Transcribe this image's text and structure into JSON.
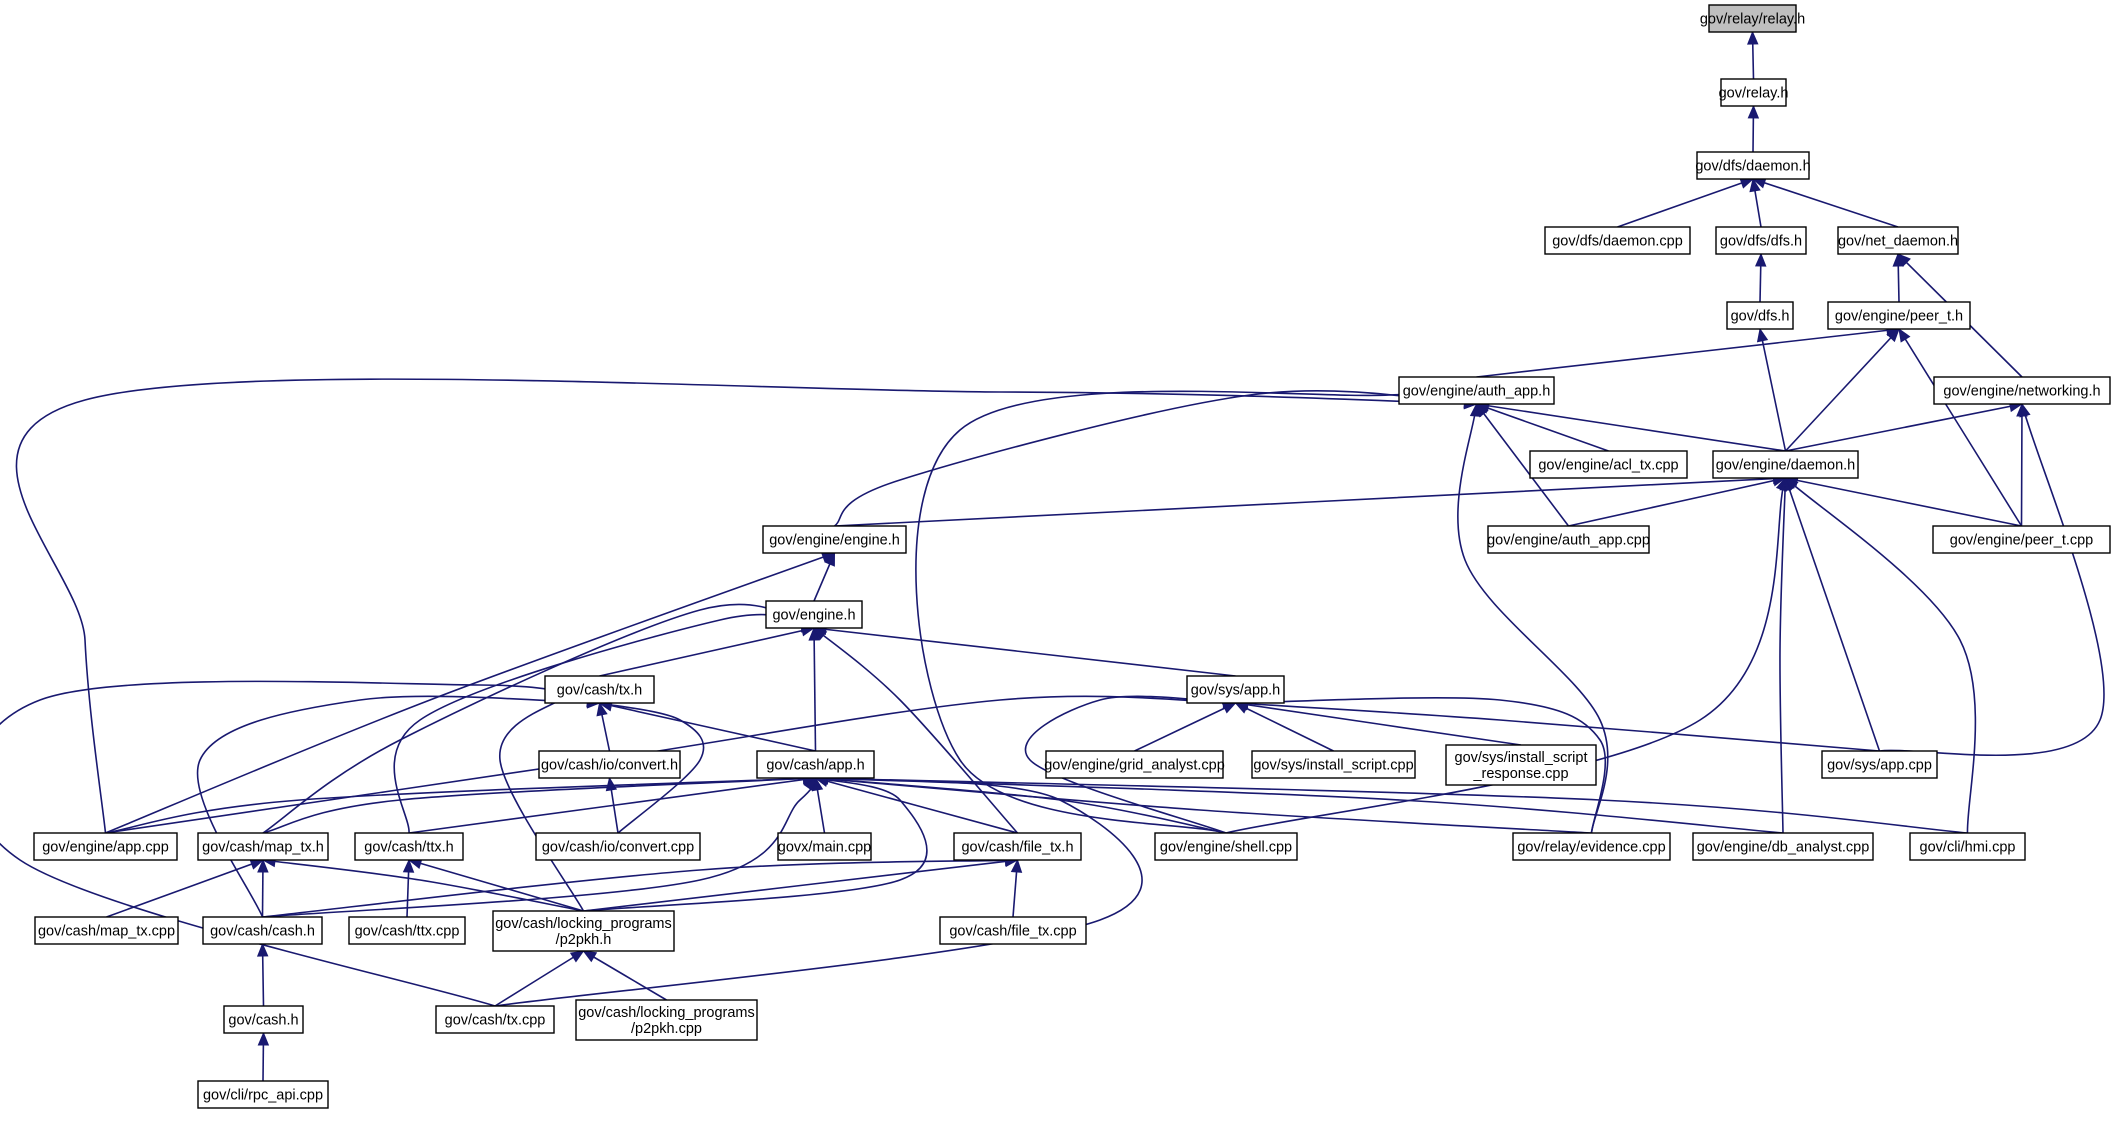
{
  "diagram": {
    "type": "include-dependency-graph",
    "colors": {
      "edge": "#191970",
      "node_fill": "#ffffff",
      "root_fill": "#bfbfbf",
      "border": "#000000"
    },
    "nodes": [
      {
        "id": "n0",
        "lines": [
          "gov/relay/relay.h"
        ],
        "root": true
      },
      {
        "id": "n1",
        "lines": [
          "gov/relay.h"
        ]
      },
      {
        "id": "n2",
        "lines": [
          "gov/dfs/daemon.h"
        ]
      },
      {
        "id": "n3",
        "lines": [
          "gov/dfs/daemon.cpp"
        ]
      },
      {
        "id": "n4",
        "lines": [
          "gov/dfs/dfs.h"
        ]
      },
      {
        "id": "n5",
        "lines": [
          "gov/net_daemon.h"
        ]
      },
      {
        "id": "n6",
        "lines": [
          "gov/dfs.h"
        ]
      },
      {
        "id": "n7",
        "lines": [
          "gov/engine/peer_t.h"
        ]
      },
      {
        "id": "n8",
        "lines": [
          "gov/engine/auth_app.h"
        ]
      },
      {
        "id": "n9",
        "lines": [
          "gov/engine/networking.h"
        ]
      },
      {
        "id": "n10",
        "lines": [
          "gov/engine/acl_tx.cpp"
        ]
      },
      {
        "id": "n11",
        "lines": [
          "gov/engine/daemon.h"
        ]
      },
      {
        "id": "n12",
        "lines": [
          "gov/engine/engine.h"
        ]
      },
      {
        "id": "n13",
        "lines": [
          "gov/engine/auth_app.cpp"
        ]
      },
      {
        "id": "n14",
        "lines": [
          "gov/engine/peer_t.cpp"
        ]
      },
      {
        "id": "n15",
        "lines": [
          "gov/engine.h"
        ]
      },
      {
        "id": "n16",
        "lines": [
          "gov/cash/tx.h"
        ]
      },
      {
        "id": "n17",
        "lines": [
          "gov/sys/app.h"
        ]
      },
      {
        "id": "n18",
        "lines": [
          "gov/engine/grid_analyst.cpp"
        ]
      },
      {
        "id": "n19",
        "lines": [
          "gov/sys/install_script.cpp"
        ]
      },
      {
        "id": "n20",
        "lines": [
          "gov/sys/install_script",
          "_response.cpp"
        ]
      },
      {
        "id": "n21",
        "lines": [
          "gov/sys/app.cpp"
        ]
      },
      {
        "id": "n22",
        "lines": [
          "gov/cash/io/convert.h"
        ]
      },
      {
        "id": "n23",
        "lines": [
          "gov/cash/app.h"
        ]
      },
      {
        "id": "n24",
        "lines": [
          "gov/engine/app.cpp"
        ]
      },
      {
        "id": "n25",
        "lines": [
          "gov/cash/map_tx.h"
        ]
      },
      {
        "id": "n26",
        "lines": [
          "gov/cash/ttx.h"
        ]
      },
      {
        "id": "n27",
        "lines": [
          "gov/cash/io/convert.cpp"
        ]
      },
      {
        "id": "n28",
        "lines": [
          "govx/main.cpp"
        ]
      },
      {
        "id": "n29",
        "lines": [
          "gov/cash/file_tx.h"
        ]
      },
      {
        "id": "n30",
        "lines": [
          "gov/engine/shell.cpp"
        ]
      },
      {
        "id": "n31",
        "lines": [
          "gov/relay/evidence.cpp"
        ]
      },
      {
        "id": "n32",
        "lines": [
          "gov/engine/db_analyst.cpp"
        ]
      },
      {
        "id": "n33",
        "lines": [
          "gov/cli/hmi.cpp"
        ]
      },
      {
        "id": "n34",
        "lines": [
          "gov/cash/map_tx.cpp"
        ]
      },
      {
        "id": "n35",
        "lines": [
          "gov/cash/cash.h"
        ]
      },
      {
        "id": "n36",
        "lines": [
          "gov/cash/ttx.cpp"
        ]
      },
      {
        "id": "n37",
        "lines": [
          "gov/cash/locking_programs",
          "/p2pkh.h"
        ]
      },
      {
        "id": "n38",
        "lines": [
          "gov/cash/file_tx.cpp"
        ]
      },
      {
        "id": "n39",
        "lines": [
          "gov/cash.h"
        ]
      },
      {
        "id": "n40",
        "lines": [
          "gov/cash/tx.cpp"
        ]
      },
      {
        "id": "n41",
        "lines": [
          "gov/cash/locking_programs",
          "/p2pkh.cpp"
        ]
      },
      {
        "id": "n42",
        "lines": [
          "gov/cli/rpc_api.cpp"
        ]
      }
    ],
    "edges": [
      {
        "from": "n1",
        "to": "n0"
      },
      {
        "from": "n2",
        "to": "n1"
      },
      {
        "from": "n3",
        "to": "n2"
      },
      {
        "from": "n4",
        "to": "n2"
      },
      {
        "from": "n5",
        "to": "n2"
      },
      {
        "from": "n6",
        "to": "n4"
      },
      {
        "from": "n7",
        "to": "n5"
      },
      {
        "from": "n9",
        "to": "n5"
      },
      {
        "from": "n8",
        "to": "n7"
      },
      {
        "from": "n11",
        "to": "n7"
      },
      {
        "from": "n14",
        "to": "n7"
      },
      {
        "from": "n11",
        "to": "n6"
      },
      {
        "from": "n11",
        "to": "n9"
      },
      {
        "from": "n14",
        "to": "n9"
      },
      {
        "from": "n21",
        "to": "n9"
      },
      {
        "from": "n10",
        "to": "n8"
      },
      {
        "from": "n11",
        "to": "n8"
      },
      {
        "from": "n13",
        "to": "n8"
      },
      {
        "from": "n12",
        "to": "n8"
      },
      {
        "from": "n24",
        "to": "n8"
      },
      {
        "from": "n30",
        "to": "n8"
      },
      {
        "from": "n31",
        "to": "n8"
      },
      {
        "from": "n12",
        "to": "n11"
      },
      {
        "from": "n13",
        "to": "n11"
      },
      {
        "from": "n14",
        "to": "n11"
      },
      {
        "from": "n30",
        "to": "n11"
      },
      {
        "from": "n32",
        "to": "n11"
      },
      {
        "from": "n21",
        "to": "n11"
      },
      {
        "from": "n33",
        "to": "n11"
      },
      {
        "from": "n15",
        "to": "n12"
      },
      {
        "from": "n24",
        "to": "n12"
      },
      {
        "from": "n16",
        "to": "n15"
      },
      {
        "from": "n17",
        "to": "n15"
      },
      {
        "from": "n23",
        "to": "n15"
      },
      {
        "from": "n25",
        "to": "n15"
      },
      {
        "from": "n26",
        "to": "n15"
      },
      {
        "from": "n29",
        "to": "n15"
      },
      {
        "from": "n22",
        "to": "n16"
      },
      {
        "from": "n23",
        "to": "n16"
      },
      {
        "from": "n27",
        "to": "n16"
      },
      {
        "from": "n35",
        "to": "n16"
      },
      {
        "from": "n37",
        "to": "n16"
      },
      {
        "from": "n40",
        "to": "n16"
      },
      {
        "from": "n18",
        "to": "n17"
      },
      {
        "from": "n19",
        "to": "n17"
      },
      {
        "from": "n20",
        "to": "n17"
      },
      {
        "from": "n21",
        "to": "n17"
      },
      {
        "from": "n24",
        "to": "n17"
      },
      {
        "from": "n30",
        "to": "n17"
      },
      {
        "from": "n31",
        "to": "n17"
      },
      {
        "from": "n27",
        "to": "n22"
      },
      {
        "from": "n24",
        "to": "n23"
      },
      {
        "from": "n25",
        "to": "n23"
      },
      {
        "from": "n26",
        "to": "n23"
      },
      {
        "from": "n28",
        "to": "n23"
      },
      {
        "from": "n29",
        "to": "n23"
      },
      {
        "from": "n30",
        "to": "n23"
      },
      {
        "from": "n31",
        "to": "n23"
      },
      {
        "from": "n32",
        "to": "n23"
      },
      {
        "from": "n33",
        "to": "n23"
      },
      {
        "from": "n35",
        "to": "n23"
      },
      {
        "from": "n37",
        "to": "n23"
      },
      {
        "from": "n40",
        "to": "n23"
      },
      {
        "from": "n34",
        "to": "n25"
      },
      {
        "from": "n35",
        "to": "n25"
      },
      {
        "from": "n37",
        "to": "n25"
      },
      {
        "from": "n36",
        "to": "n26"
      },
      {
        "from": "n37",
        "to": "n26"
      },
      {
        "from": "n35",
        "to": "n29"
      },
      {
        "from": "n37",
        "to": "n29"
      },
      {
        "from": "n38",
        "to": "n29"
      },
      {
        "from": "n39",
        "to": "n35"
      },
      {
        "from": "n40",
        "to": "n37"
      },
      {
        "from": "n41",
        "to": "n37"
      },
      {
        "from": "n42",
        "to": "n39"
      }
    ]
  }
}
